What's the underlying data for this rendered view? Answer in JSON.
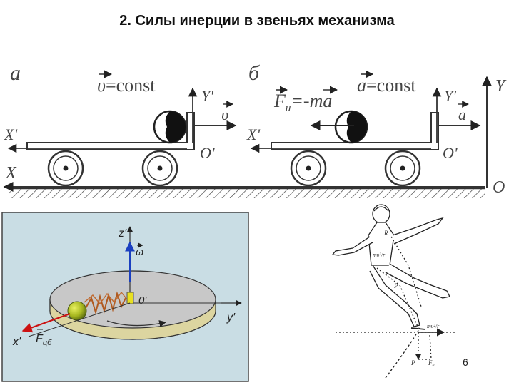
{
  "title": "2. Силы инерции в звеньях механизма",
  "page_number": "6",
  "top_diagram": {
    "left": {
      "label": "а",
      "velocity_symbol": "υ",
      "velocity_const": "=const",
      "axis_y_prime": "Y'",
      "axis_x_prime": "X'",
      "origin_prime": "O'",
      "velocity_arrow_label": "υ"
    },
    "right": {
      "label": "б",
      "accel_symbol": "a",
      "accel_const": "=const",
      "force_symbol": "F",
      "force_subscript": "и",
      "force_expr": "=-ma",
      "axis_y_prime": "Y'",
      "axis_x_prime": "X'",
      "origin_prime": "O'",
      "accel_arrow_label": "a"
    },
    "global_axes": {
      "x": "X",
      "y": "Y",
      "origin": "O"
    }
  },
  "disk_diagram": {
    "axis_z": "z'",
    "axis_y": "y'",
    "axis_x": "x'",
    "origin": "0'",
    "omega": "ω",
    "force_symbol": "F",
    "force_subscript": "цб"
  },
  "skater_diagram": {
    "labels": [
      "R",
      "mυ²/r",
      "mυ²/r",
      "P",
      "P",
      "F₀"
    ]
  },
  "colors": {
    "panel_bg": "#c9dde4",
    "disk_top": "#c8c8c8",
    "disk_rim": "#dcd5a0",
    "spring": "#b05a20",
    "ball": "#a8b820",
    "force_arrow": "#cc1111",
    "omega_arrow": "#1a3fc0"
  }
}
